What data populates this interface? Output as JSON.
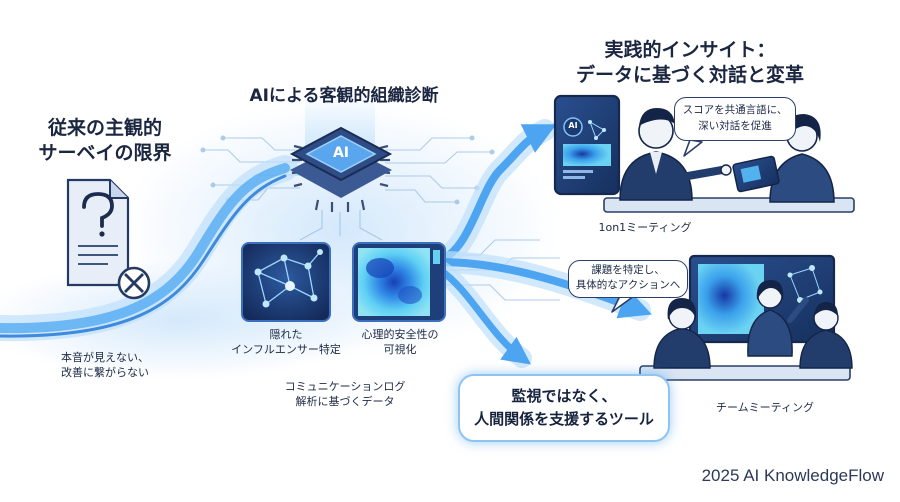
{
  "headings": {
    "left_line1": "従来の主観的",
    "left_line2": "サーベイの限界",
    "center": "AIによる客観的組織診断",
    "right_line1": "実践的インサイト：",
    "right_line2": "データに基づく対話と変革"
  },
  "left_caption": {
    "line1": "本音が見えない、",
    "line2": "改善に繋がらない"
  },
  "chip_label": "AI",
  "tablet_label": "AI",
  "tiles": [
    {
      "line1": "隠れた",
      "line2": "インフルエンサー特定"
    },
    {
      "line1": "心理的安全性の",
      "line2": "可視化"
    }
  ],
  "source_caption": {
    "line1": "コミュニケーションログ",
    "line2": "解析に基づくデータ"
  },
  "bubbles": {
    "one_on_one": {
      "line1": "スコアを共通言語に、",
      "line2": "深い対話を促進"
    },
    "team": {
      "line1": "課題を特定し、",
      "line2": "具体的なアクションへ"
    }
  },
  "scene_labels": {
    "one_on_one": "1on1ミーティング",
    "team": "チームミーティング"
  },
  "callout": {
    "line1": "監視ではなく、",
    "line2": "人間関係を支援するツール"
  },
  "brand": "2025 AI KnowledgeFlow",
  "colors": {
    "navy": "#1b2640",
    "accent": "#4da4f0",
    "glow": "#8fc4f1",
    "tile": "#23457f"
  },
  "icons": [
    "question-document-icon",
    "prohibit-icon",
    "ai-chip-icon",
    "network-icon",
    "heatmap-icon",
    "tablet-icon",
    "people-icon"
  ]
}
